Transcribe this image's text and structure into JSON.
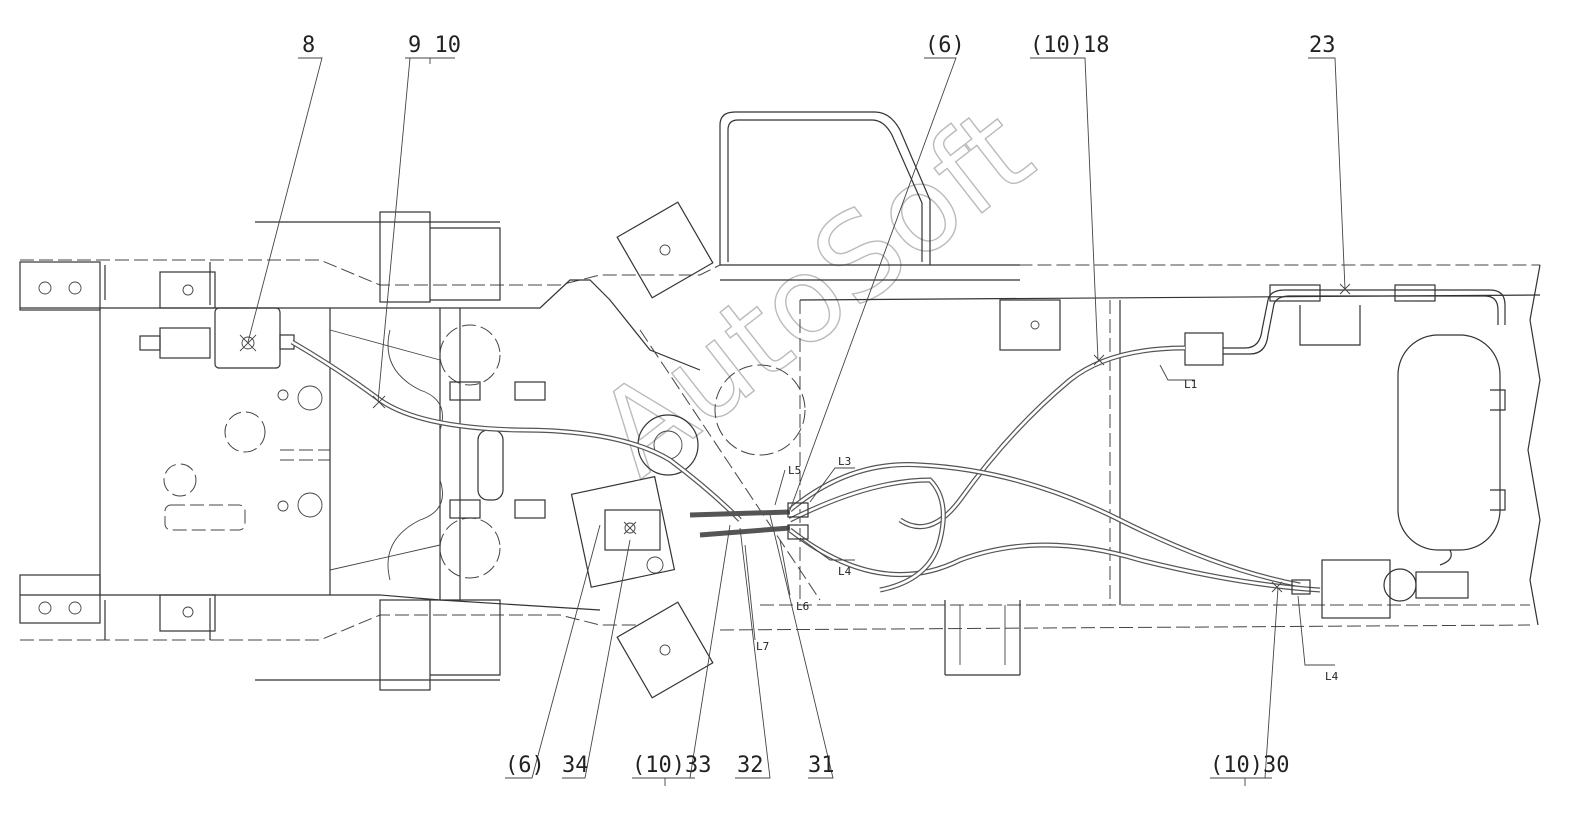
{
  "callouts": {
    "c8": "8",
    "c9_10": "9 10",
    "c6_top": "(6)",
    "c10_18": "(10)18",
    "c23": "23",
    "c6_bottom": "(6)",
    "c34": "34",
    "c10_33": "(10)33",
    "c32": "32",
    "c31": "31",
    "c10_30": "(10)30"
  },
  "tags": {
    "l1": "L1",
    "l3": "L3",
    "l4_mid": "L4",
    "l4_right": "L4",
    "l5": "L5",
    "l6": "L6",
    "l7": "L7"
  },
  "watermark": "AutoSoft",
  "colors": {
    "line": "#333333",
    "watermark": "#bbbbbb",
    "background": "#ffffff"
  }
}
